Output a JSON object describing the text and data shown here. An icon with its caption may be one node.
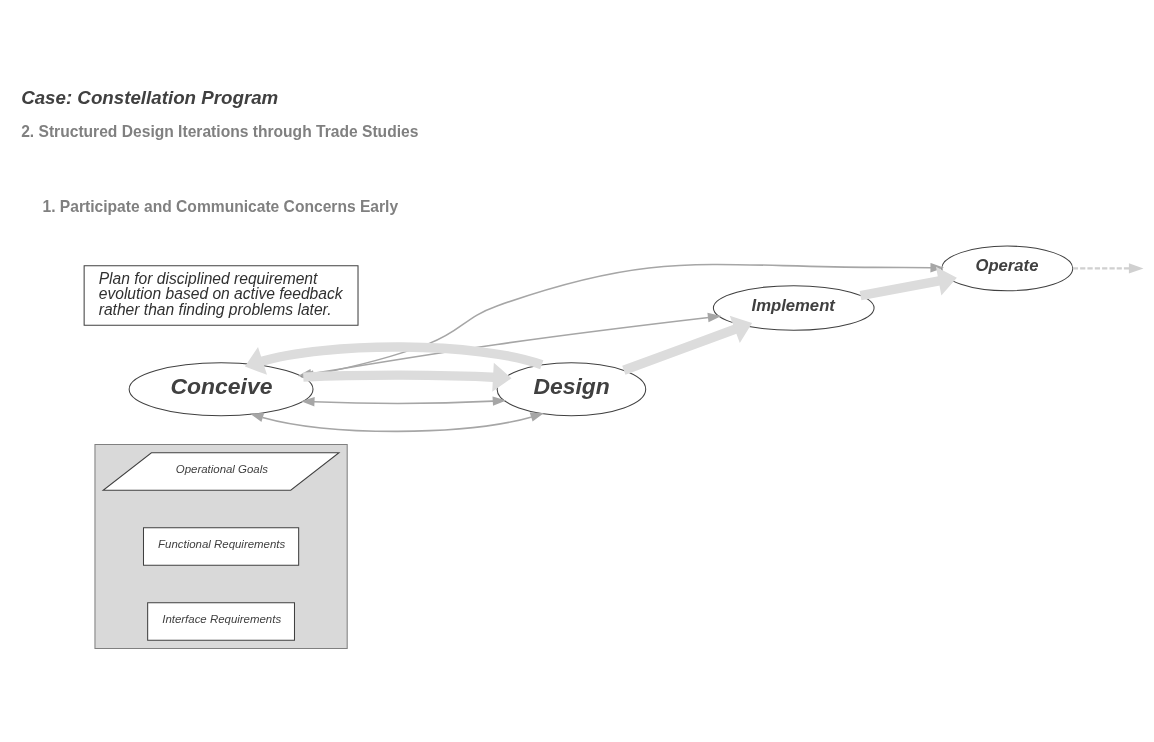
{
  "diagram": {
    "title": "Case: Constellation Program",
    "nodes": [
      {
        "text": [],
        "shape": "triangle"
      },
      {
        "text": [
          "Operational Goals"
        ],
        "in": 0
      },
      {
        "text": [
          "Functional Requirements"
        ],
        "in": 0
      },
      {
        "text": [
          "Interface Requirements"
        ],
        "in": 0
      },
      {
        "text": [
          "Operate"
        ]
      },
      {
        "text": [
          "Conceive"
        ]
      },
      {
        "text": [
          "Implement"
        ]
      },
      {
        "text": [
          "Design"
        ]
      },
      {
        "text": [
          "Plan for disciplined requirement evolution based on active feedback rather than finding problems later."
        ]
      }
    ],
    "edges": [
      {
        "from": 5,
        "to": 4,
        "arrow": "both"
      },
      {
        "from": 5,
        "to": 6,
        "arrow": "both"
      },
      {
        "from": 5,
        "to": 7,
        "arrow": "both"
      },
      {
        "from": 5,
        "to": 7,
        "arrow": "both"
      },
      {
        "from": 4,
        "to": null,
        "arrow": "to",
        "style": "dashed",
        "color": "#d0d0d0"
      },
      {
        "from": 6,
        "to": 4,
        "arrow": "to",
        "style": "thick",
        "color": "#dcdcdc"
      },
      {
        "from": 7,
        "to": 6,
        "arrow": "to",
        "style": "thick",
        "color": "#dcdcdc"
      },
      {
        "from": 5,
        "to": 7,
        "arrow": "to",
        "style": "thick",
        "color": "#dcdcdc"
      },
      {
        "from": 7,
        "to": 5,
        "arrow": "to",
        "style": "thick",
        "color": "#dcdcdc"
      }
    ],
    "labels": [
      "1. Participate and Communicate Concerns Early",
      "2. Structured Design Iterations through Trade Studies"
    ]
  }
}
